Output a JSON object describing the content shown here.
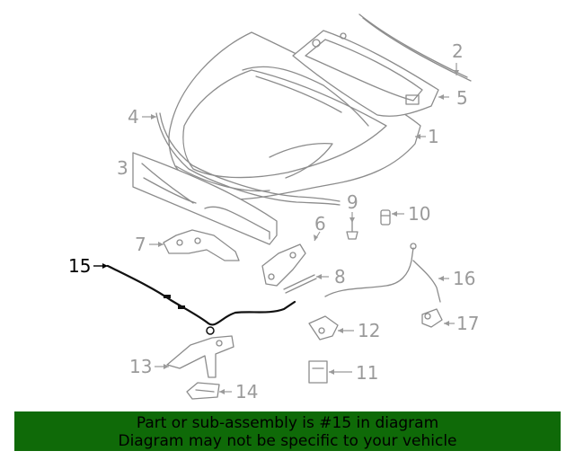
{
  "callouts": [
    {
      "id": "1",
      "label": "1"
    },
    {
      "id": "2",
      "label": "2"
    },
    {
      "id": "3",
      "label": "3"
    },
    {
      "id": "4",
      "label": "4"
    },
    {
      "id": "5",
      "label": "5"
    },
    {
      "id": "6",
      "label": "6"
    },
    {
      "id": "7",
      "label": "7"
    },
    {
      "id": "8",
      "label": "8"
    },
    {
      "id": "9",
      "label": "9"
    },
    {
      "id": "10",
      "label": "10"
    },
    {
      "id": "11",
      "label": "11"
    },
    {
      "id": "12",
      "label": "12"
    },
    {
      "id": "13",
      "label": "13"
    },
    {
      "id": "14",
      "label": "14"
    },
    {
      "id": "15",
      "label": "15"
    },
    {
      "id": "16",
      "label": "16"
    },
    {
      "id": "17",
      "label": "17"
    }
  ],
  "highlighted_part": "15",
  "banner": {
    "line1": "Part or sub-assembly is #15 in diagram",
    "line2": "Diagram may not be specific to your vehicle",
    "background": "#0f6a08"
  },
  "colors": {
    "part_line": "#8c8c8c",
    "callout_text": "#9a9a9a",
    "highlight": "#000000"
  }
}
